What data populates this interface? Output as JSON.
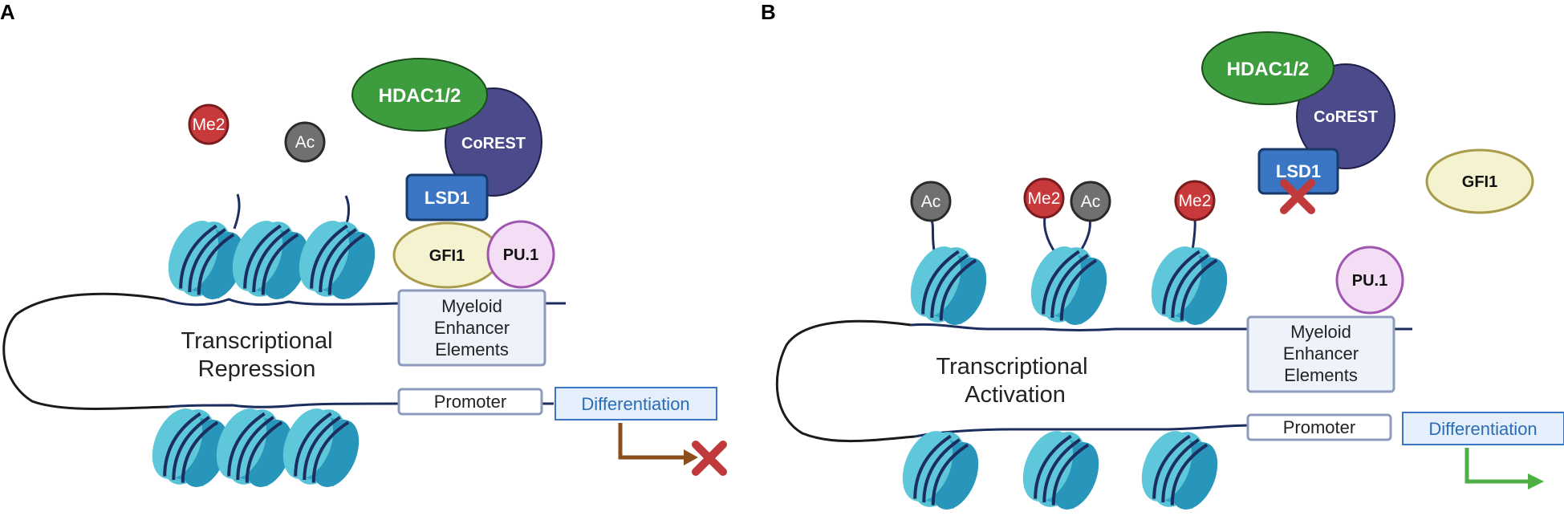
{
  "panels": [
    {
      "letter": "A",
      "title_line1": "Transcriptional",
      "title_line2": "Repression",
      "marks": {
        "me2": "Me2",
        "ac": "Ac"
      },
      "complex": {
        "hdac": "HDAC1/2",
        "corest": "CoREST",
        "lsd1": "LSD1",
        "gfi1": "GFI1",
        "pu1": "PU.1"
      },
      "enhancer": [
        "Myeloid",
        "Enhancer",
        "Elements"
      ],
      "promoter": "Promoter",
      "differentiation": "Differentiation",
      "outcome": "blocked"
    },
    {
      "letter": "B",
      "title_line1": "Transcriptional",
      "title_line2": "Activation",
      "marks": {
        "me2": "Me2",
        "ac": "Ac"
      },
      "complex": {
        "hdac": "HDAC1/2",
        "corest": "CoREST",
        "lsd1": "LSD1",
        "gfi1": "GFI1",
        "pu1": "PU.1"
      },
      "enhancer": [
        "Myeloid",
        "Enhancer",
        "Elements"
      ],
      "promoter": "Promoter",
      "differentiation": "Differentiation",
      "outcome": "active"
    }
  ],
  "colors": {
    "hdac": "#3d9c3d",
    "corest": "#4b4a8a",
    "lsd1": "#3a76c4",
    "gfi1": "#f5f2d0",
    "pu1": "#f3def5",
    "me2": "#c7393a",
    "ac": "#707070",
    "nucleosome": "#2fa3c7",
    "blocked_arrow": "#8a4f1c",
    "active_arrow": "#4fae45",
    "x_mark": "#c0393b"
  }
}
